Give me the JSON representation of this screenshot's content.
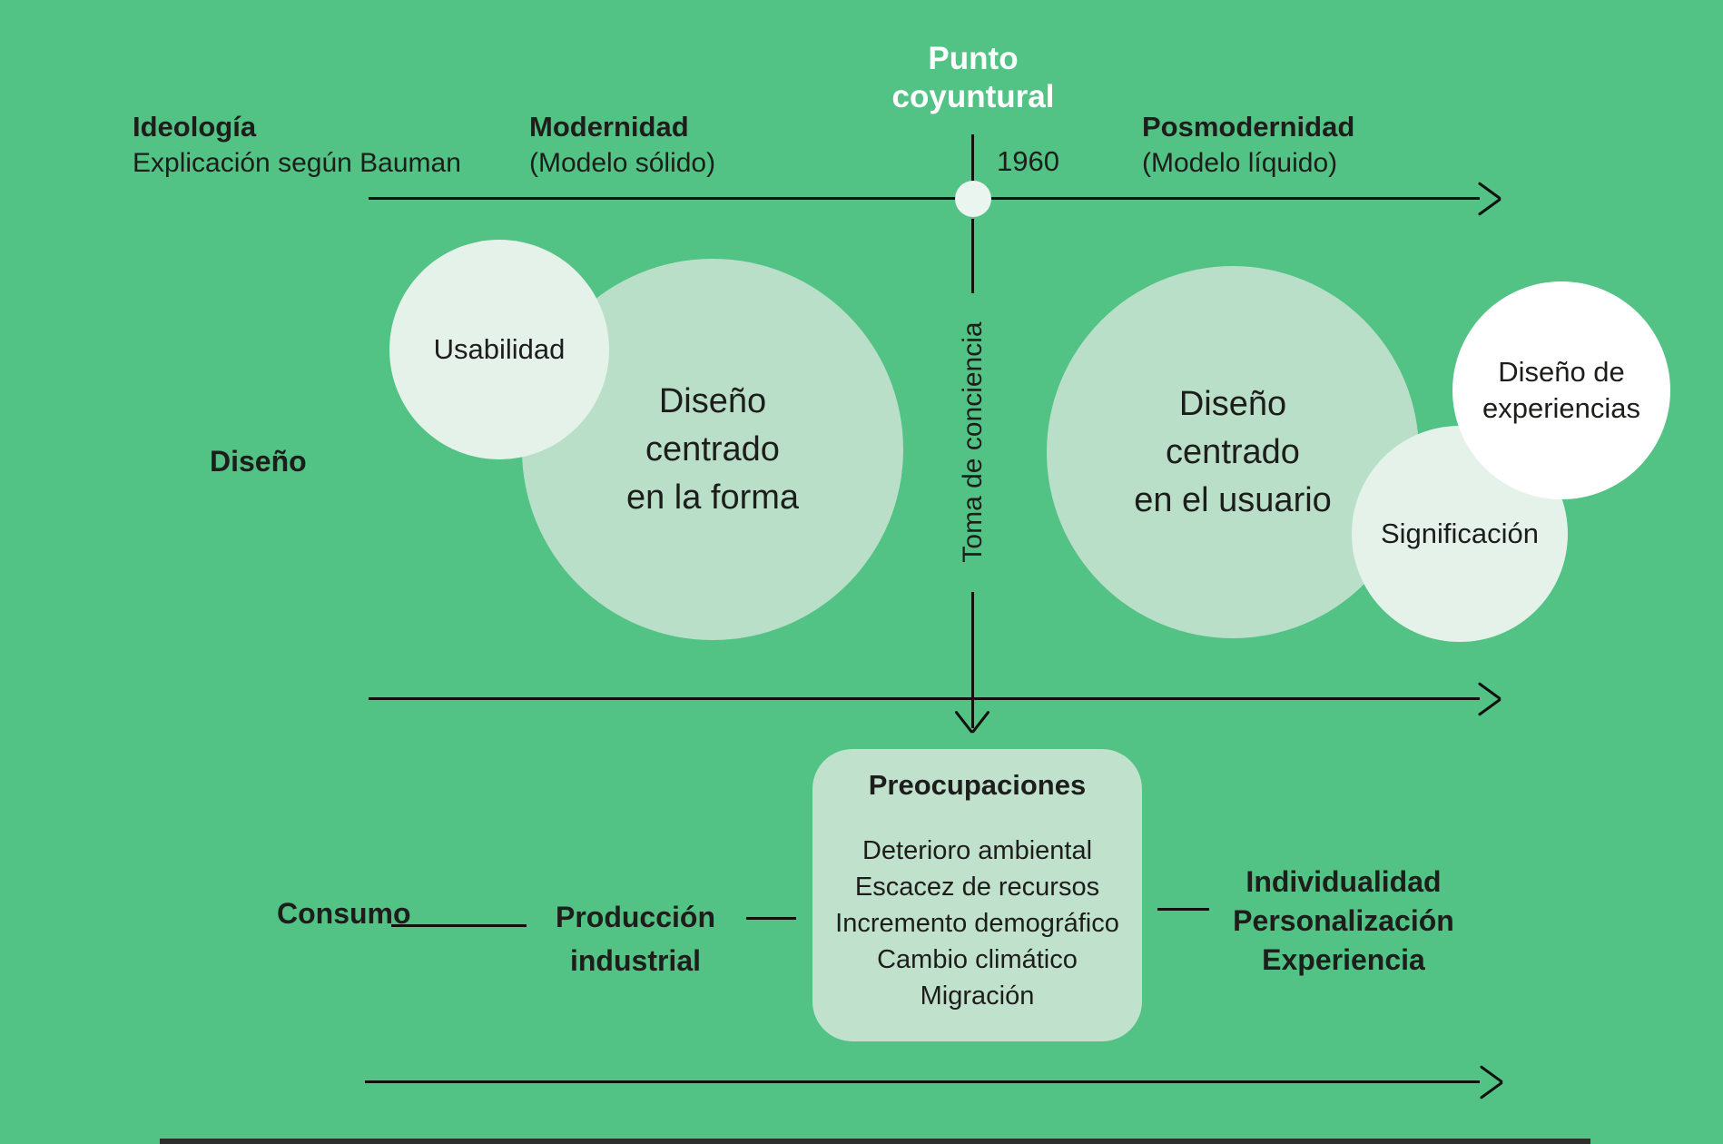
{
  "colors": {
    "background": "#53c285",
    "circle_big": "#badfc8",
    "circle_small": "#e5f2ea",
    "circle_white": "#ffffff",
    "box": "#c0e2cd",
    "timeline_dot": "#e9f5ee",
    "line": "#111111",
    "text_dark": "#1d1d1b",
    "text_light": "#ffffff"
  },
  "header": {
    "ideologia": {
      "title": "Ideología",
      "subtitle": "Explicación según Bauman"
    },
    "modernidad": {
      "title": "Modernidad",
      "subtitle": "(Modelo sólido)"
    },
    "punto": {
      "line1": "Punto",
      "line2": "coyuntural"
    },
    "year": "1960",
    "posmodernidad": {
      "title": "Posmodernidad",
      "subtitle": "(Modelo líquido)"
    }
  },
  "design_row": {
    "label": "Diseño",
    "axis_label": "Toma de conciencia",
    "circles": {
      "usabilidad": "Usabilidad",
      "forma": [
        "Diseño",
        "centrado",
        "en la forma"
      ],
      "usuario": [
        "Diseño",
        "centrado",
        "en el usuario"
      ],
      "experiencias": [
        "Diseño de",
        "experiencias"
      ],
      "significacion": "Significación"
    }
  },
  "consumo_row": {
    "label": "Consumo",
    "produccion": [
      "Producción",
      "industrial"
    ],
    "box": {
      "title": "Preocupaciones",
      "items": [
        "Deterioro ambiental",
        "Escacez de recursos",
        "Incremento demográfico",
        "Cambio climático",
        "Migración"
      ]
    },
    "individualidad": [
      "Individualidad",
      "Personalización",
      "Experiencia"
    ]
  }
}
